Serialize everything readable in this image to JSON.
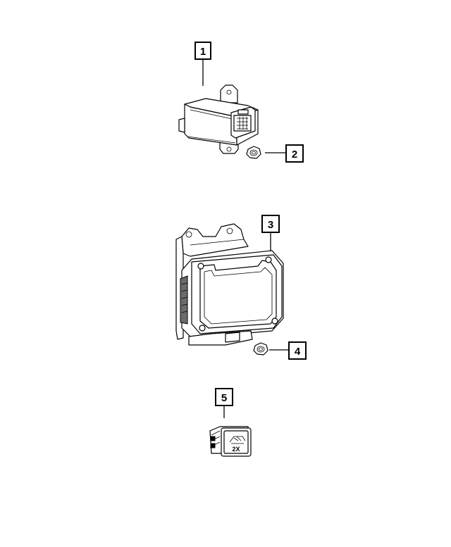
{
  "callouts": [
    {
      "id": "1",
      "label": "1"
    },
    {
      "id": "2",
      "label": "2"
    },
    {
      "id": "3",
      "label": "3"
    },
    {
      "id": "4",
      "label": "4"
    },
    {
      "id": "5",
      "label": "5"
    }
  ],
  "switch_label": "2X",
  "colors": {
    "line": "#000000",
    "background": "#ffffff",
    "fill_dark": "#6b6b6b"
  }
}
